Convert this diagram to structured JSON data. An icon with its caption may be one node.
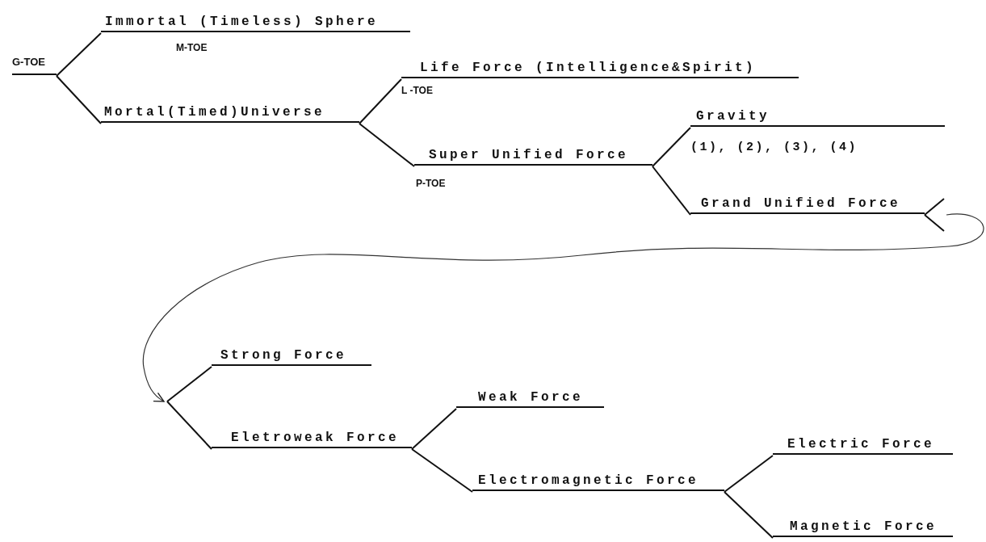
{
  "diagram": {
    "nodes": [
      {
        "text": [
          "G-TOE"
        ]
      },
      {
        "text": [
          "Immortal (Timeless) Sphere"
        ],
        "beside": [
          "M-TOE"
        ]
      },
      {
        "text": [
          "Mortal(Timed)Universe"
        ]
      },
      {
        "text": [
          "Life Force (Intelligence&Spirit)"
        ],
        "beside": [
          "L -TOE"
        ]
      },
      {
        "text": [
          "Super Unified Force"
        ],
        "beside": [
          "P-TOE"
        ]
      },
      {
        "text": [
          "Gravity"
        ],
        "beside": [
          "(1), (2), (3), (4)"
        ]
      },
      {
        "text": [
          "Grand Unified Force"
        ]
      },
      {
        "text": [
          "Strong Force"
        ]
      },
      {
        "text": [
          "Eletroweak Force"
        ]
      },
      {
        "text": [
          "Weak Force"
        ]
      },
      {
        "text": [
          "Electromagnetic Force"
        ]
      },
      {
        "text": [
          "Electric Force"
        ]
      },
      {
        "text": [
          "Magnetic Force"
        ]
      }
    ],
    "edges": [
      {
        "from": 0,
        "to": 1,
        "arrow": "none"
      },
      {
        "from": 0,
        "to": 2,
        "arrow": "none"
      },
      {
        "from": 2,
        "to": 3,
        "arrow": "none"
      },
      {
        "from": 2,
        "to": 4,
        "arrow": "none"
      },
      {
        "from": 4,
        "to": 5,
        "arrow": "none"
      },
      {
        "from": 4,
        "to": 6,
        "arrow": "none"
      },
      {
        "from": 6,
        "to": null,
        "arrow": "to"
      },
      {
        "from": null,
        "to": 7,
        "arrow": "none"
      },
      {
        "from": null,
        "to": 8,
        "arrow": "none"
      },
      {
        "from": 8,
        "to": 9,
        "arrow": "none"
      },
      {
        "from": 8,
        "to": 10,
        "arrow": "none"
      },
      {
        "from": 10,
        "to": 11,
        "arrow": "none"
      },
      {
        "from": 10,
        "to": 12,
        "arrow": "none"
      }
    ]
  }
}
